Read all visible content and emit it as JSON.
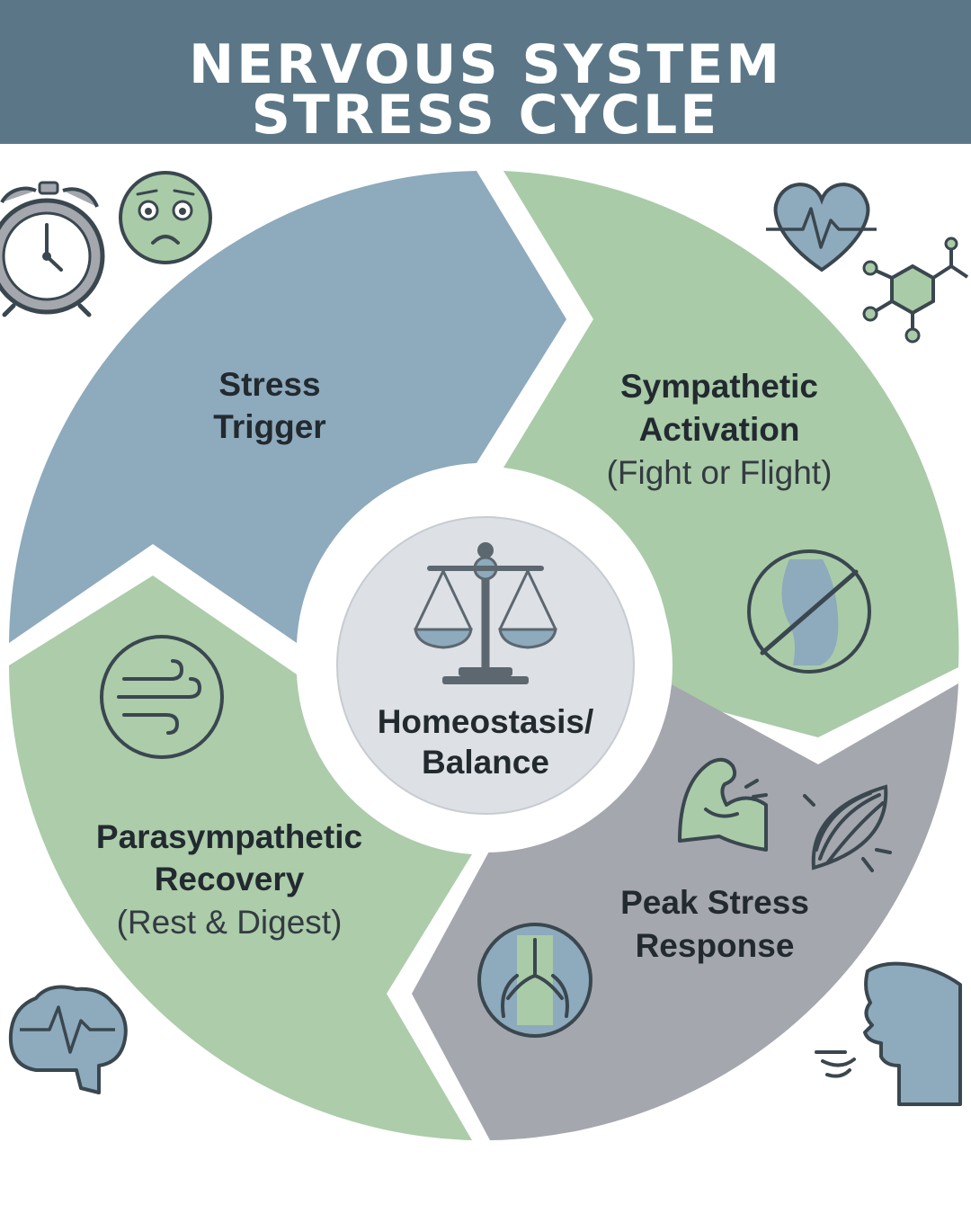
{
  "header": {
    "title_line1": "NERVOUS SYSTEM",
    "title_line2": "STRESS CYCLE"
  },
  "center": {
    "label_line1": "Homeostasis/",
    "label_line2": "Balance",
    "icon": "balance-scale-icon"
  },
  "segments": [
    {
      "id": "stress-trigger",
      "line1": "Stress",
      "line2": "Trigger",
      "sub": "",
      "color": "#8eaabd"
    },
    {
      "id": "sympathetic-activation",
      "line1": "Sympathetic",
      "line2": "Activation",
      "sub": "(Fight or Flight)",
      "color": "#a9cba8"
    },
    {
      "id": "peak-stress-response",
      "line1": "Peak Stress",
      "line2": "Response",
      "sub": "",
      "color": "#a4a7ad"
    },
    {
      "id": "parasympathetic-recovery",
      "line1": "Parasympathetic",
      "line2": "Recovery",
      "sub": "(Rest & Digest)",
      "color": "#acccaa"
    }
  ],
  "colors": {
    "header": "#5b7787",
    "center_fill": "#dde0e4",
    "icon_blue": "#8eaabd",
    "icon_green": "#a9cba8",
    "icon_stroke": "#3a474f"
  },
  "icons": [
    "alarm-clock-icon",
    "worried-face-icon",
    "heartbeat-heart-icon",
    "molecule-icon",
    "no-digestion-icon",
    "flexed-arm-icon",
    "muscle-fiber-icon",
    "lungs-icon",
    "breathing-head-icon",
    "wind-breath-icon",
    "brain-wave-icon"
  ]
}
